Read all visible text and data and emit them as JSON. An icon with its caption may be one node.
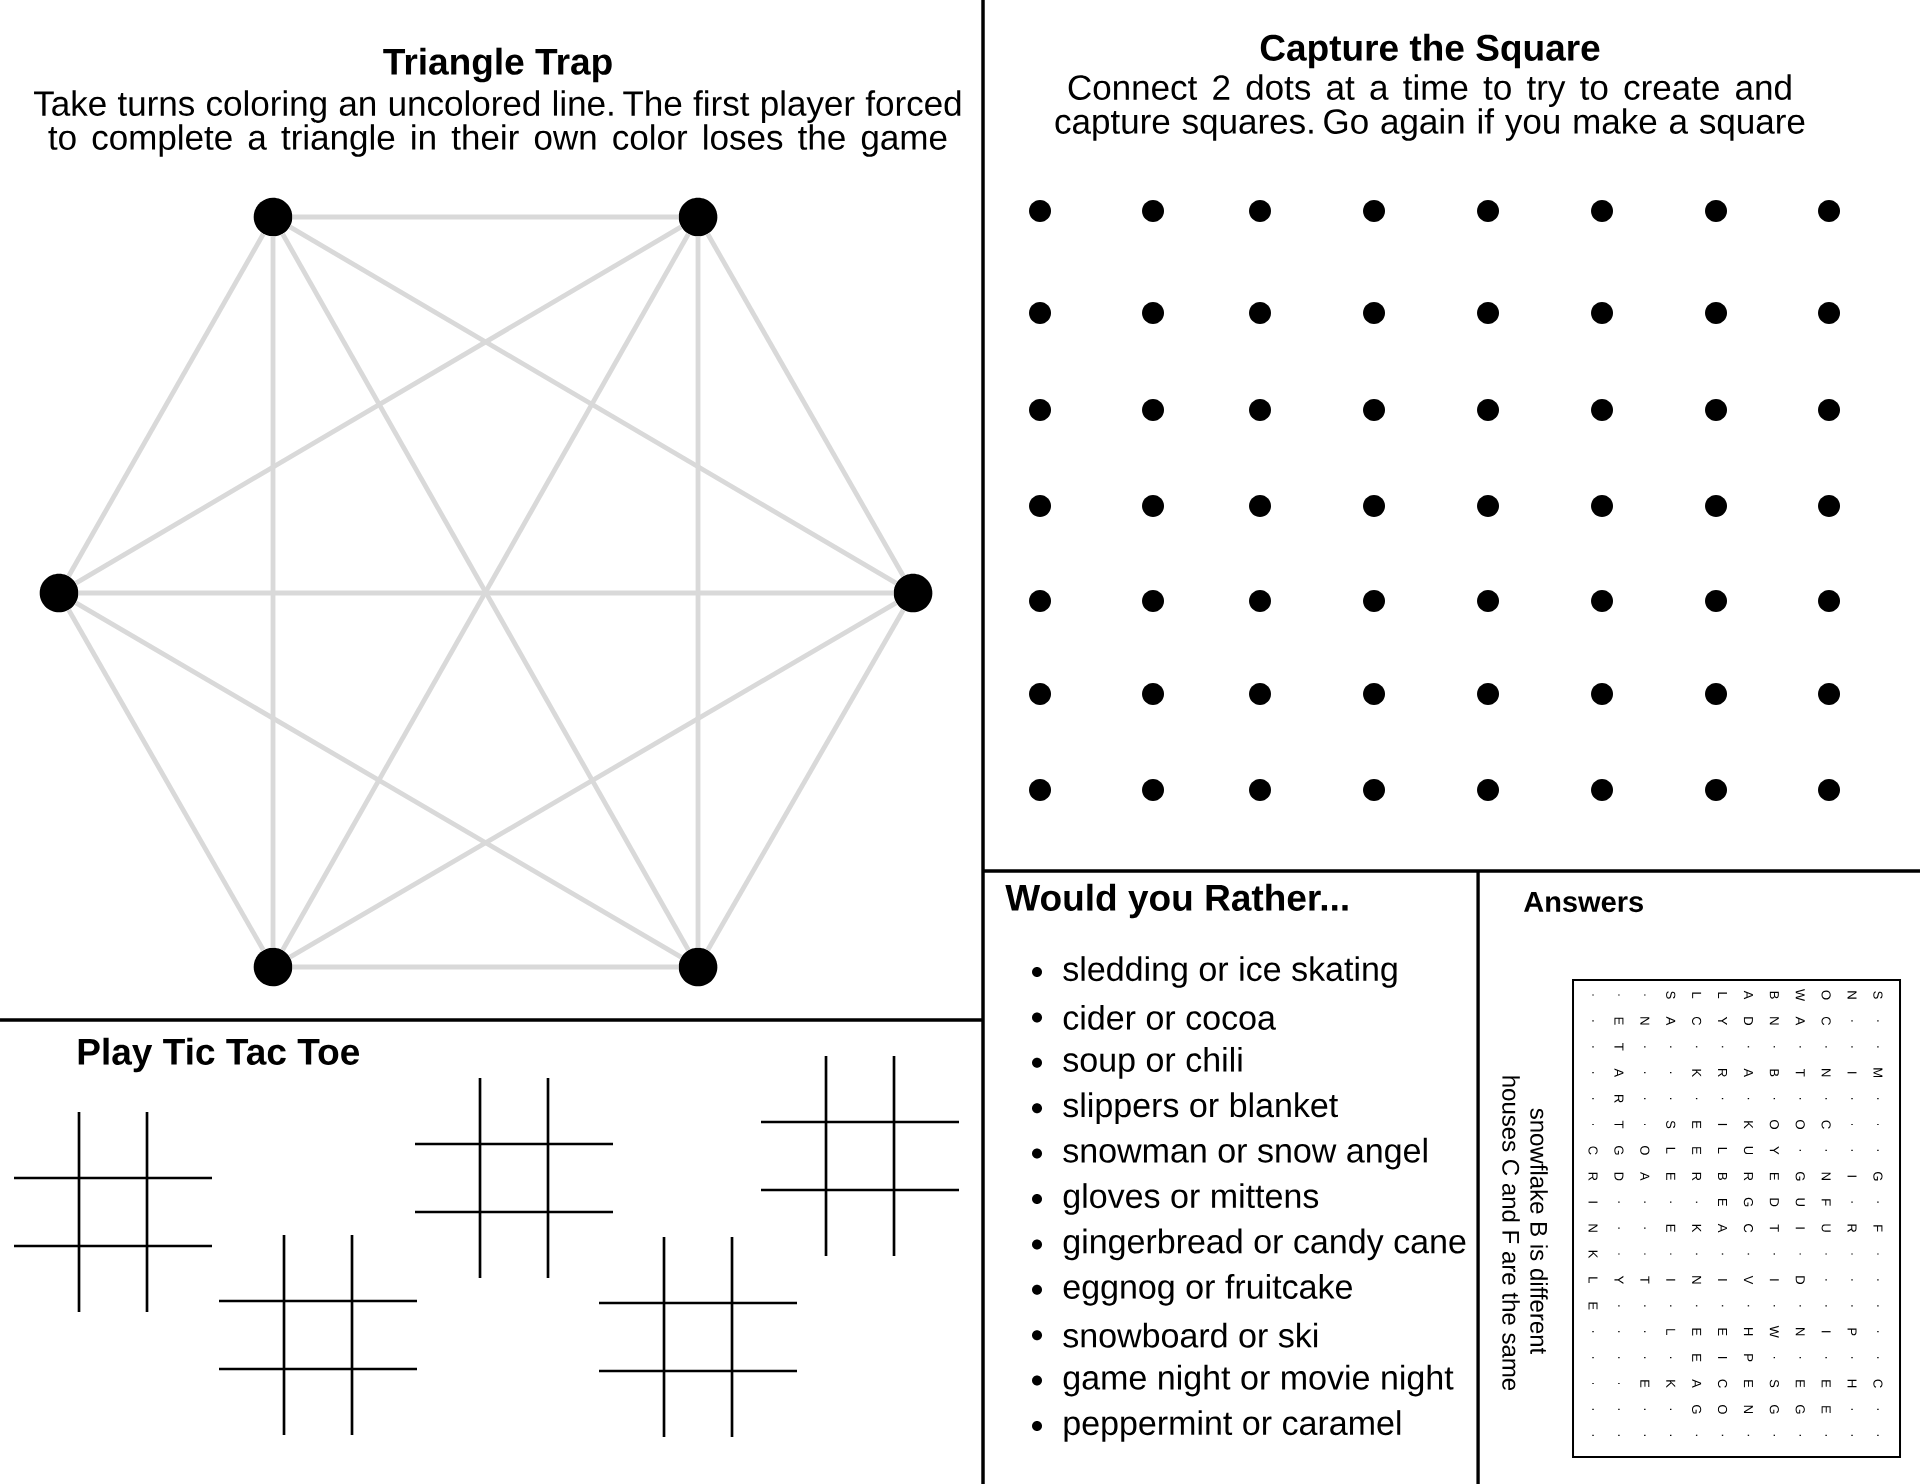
{
  "diagram": {
    "nodes": [
      {
        "text": [],
        "shape": "circle"
      },
      {
        "text": [],
        "shape": "circle"
      },
      {
        "text": [],
        "shape": "circle"
      },
      {
        "text": [],
        "shape": "circle"
      },
      {
        "text": [],
        "shape": "circle"
      },
      {
        "text": [],
        "shape": "circle"
      }
    ],
    "edges": [
      {
        "from": 0,
        "to": 1,
        "arrow": "none"
      },
      {
        "from": 0,
        "to": 2,
        "arrow": "none"
      },
      {
        "from": 0,
        "to": 3,
        "arrow": "none"
      },
      {
        "from": 0,
        "to": 4,
        "arrow": "none"
      },
      {
        "from": 0,
        "to": 5,
        "arrow": "none"
      },
      {
        "from": 1,
        "to": 2,
        "arrow": "none"
      },
      {
        "from": 1,
        "to": 3,
        "arrow": "none"
      },
      {
        "from": 1,
        "to": 4,
        "arrow": "none"
      },
      {
        "from": 1,
        "to": 5,
        "arrow": "none"
      },
      {
        "from": 2,
        "to": 3,
        "arrow": "none"
      },
      {
        "from": 2,
        "to": 4,
        "arrow": "none"
      },
      {
        "from": 2,
        "to": 5,
        "arrow": "none"
      },
      {
        "from": 3,
        "to": 4,
        "arrow": "none"
      },
      {
        "from": 3,
        "to": 5,
        "arrow": "none"
      },
      {
        "from": 4,
        "to": 5,
        "arrow": "none"
      }
    ],
    "labels": [
      "Triangle Trap",
      "Take turns coloring an uncolored line. The first player forced to complete a triangle in their own color loses the game",
      "Capture the Square",
      "Connect 2 dots at a time to try to create and capture squares. Go again if you make a square",
      "Play Tic Tac Toe",
      "Would you Rather...",
      "sledding or ice skating",
      "cider or cocoa",
      "soup or chili",
      "slippers or blanket",
      "snowman or snow angel",
      "gloves or mittens",
      "gingerbread or candy cane",
      "eggnog or fruitcake",
      "snowboard or ski",
      "game night or movie night",
      "peppermint or caramel",
      "Answers",
      "houses C and F are the same",
      "snowflake B is different",
      ".",
      ".",
      ".",
      "S",
      "L",
      "L",
      "A",
      "B",
      "W",
      "O",
      "N",
      "S",
      ".",
      "E",
      "N",
      "A",
      "C",
      "Y",
      "D",
      "N",
      "A",
      "C",
      ".",
      ".",
      ".",
      "T",
      ".",
      ".",
      ".",
      ".",
      ".",
      ".",
      ".",
      ".",
      ".",
      ".",
      ".",
      "A",
      ".",
      ".",
      "K",
      "R",
      "A",
      "B",
      "T",
      "N",
      "I",
      "M",
      ".",
      "R",
      ".",
      ".",
      ".",
      ".",
      ".",
      ".",
      ".",
      ".",
      ".",
      ".",
      ".",
      "T",
      ".",
      "S",
      "E",
      "I",
      "K",
      "O",
      "O",
      "C",
      ".",
      ".",
      "C",
      "G",
      "O",
      "L",
      "E",
      "L",
      "U",
      "Y",
      ".",
      ".",
      ".",
      ".",
      "R",
      "D",
      "A",
      "E",
      "R",
      "B",
      "R",
      "E",
      "G",
      "N",
      "I",
      "G",
      "I",
      ".",
      ".",
      ".",
      ".",
      "E",
      "G",
      "D",
      "U",
      "F",
      ".",
      ".",
      "N",
      ".",
      ".",
      "E",
      "K",
      "A",
      "C",
      "T",
      "I",
      "U",
      "R",
      "F",
      "K",
      ".",
      ".",
      ".",
      ".",
      ".",
      ".",
      ".",
      ".",
      ".",
      ".",
      ".",
      "L",
      "Y",
      "T",
      "I",
      "N",
      "I",
      "V",
      "I",
      "D",
      ".",
      ".",
      ".",
      "E",
      ".",
      ".",
      ".",
      ".",
      ".",
      ".",
      ".",
      ".",
      ".",
      ".",
      ".",
      ".",
      ".",
      ".",
      "L",
      "E",
      "E",
      "H",
      "W",
      "N",
      "I",
      "P",
      ".",
      ".",
      ".",
      ".",
      ".",
      "E",
      "I",
      "P",
      ".",
      ".",
      ".",
      ".",
      ".",
      ".",
      ".",
      "E",
      "K",
      "A",
      "C",
      "E",
      "S",
      "E",
      "E",
      "H",
      "C",
      ".",
      ".",
      ".",
      ".",
      "G",
      "O",
      "N",
      "G",
      "G",
      "E",
      ".",
      ".",
      ".",
      ".",
      ".",
      ".",
      ".",
      ".",
      ".",
      ".",
      ".",
      ".",
      ".",
      "."
    ]
  }
}
